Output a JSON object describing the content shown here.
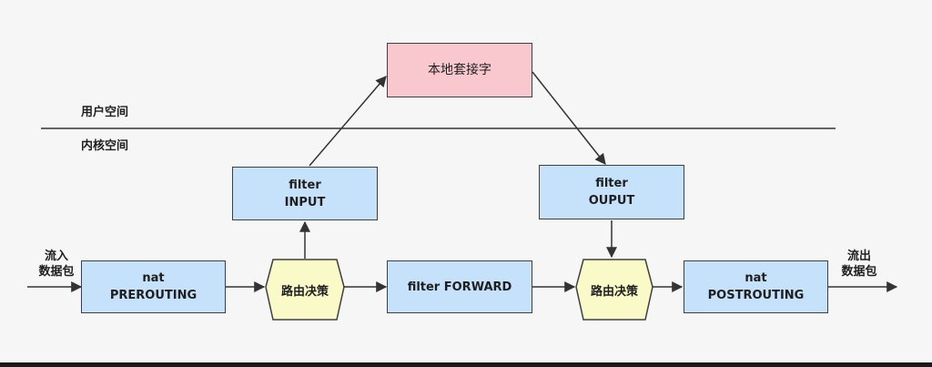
{
  "zones": {
    "user_space": "用户空间",
    "kernel_space": "内核空间"
  },
  "nodes": {
    "socket": {
      "line1": "本地套接字"
    },
    "filter_input": {
      "line1": "filter",
      "line2": "INPUT"
    },
    "filter_output": {
      "line1": "filter",
      "line2": "OUPUT"
    },
    "nat_prerouting": {
      "line1": "nat",
      "line2": "PREROUTING"
    },
    "routing_1": {
      "line1": "路由决策"
    },
    "filter_forward": {
      "line1": "filter FORWARD"
    },
    "routing_2": {
      "line1": "路由决策"
    },
    "nat_postrouting": {
      "line1": "nat",
      "line2": "POSTROUTING"
    }
  },
  "inbound": {
    "line1": "流入",
    "line2": "数据包"
  },
  "outbound": {
    "line1": "流出",
    "line2": "数据包"
  },
  "colors": {
    "box_blue": "#c6e1fa",
    "box_pink": "#f9c8cf",
    "hex_yellow": "#fafac8",
    "stroke": "#3f3f3f"
  }
}
